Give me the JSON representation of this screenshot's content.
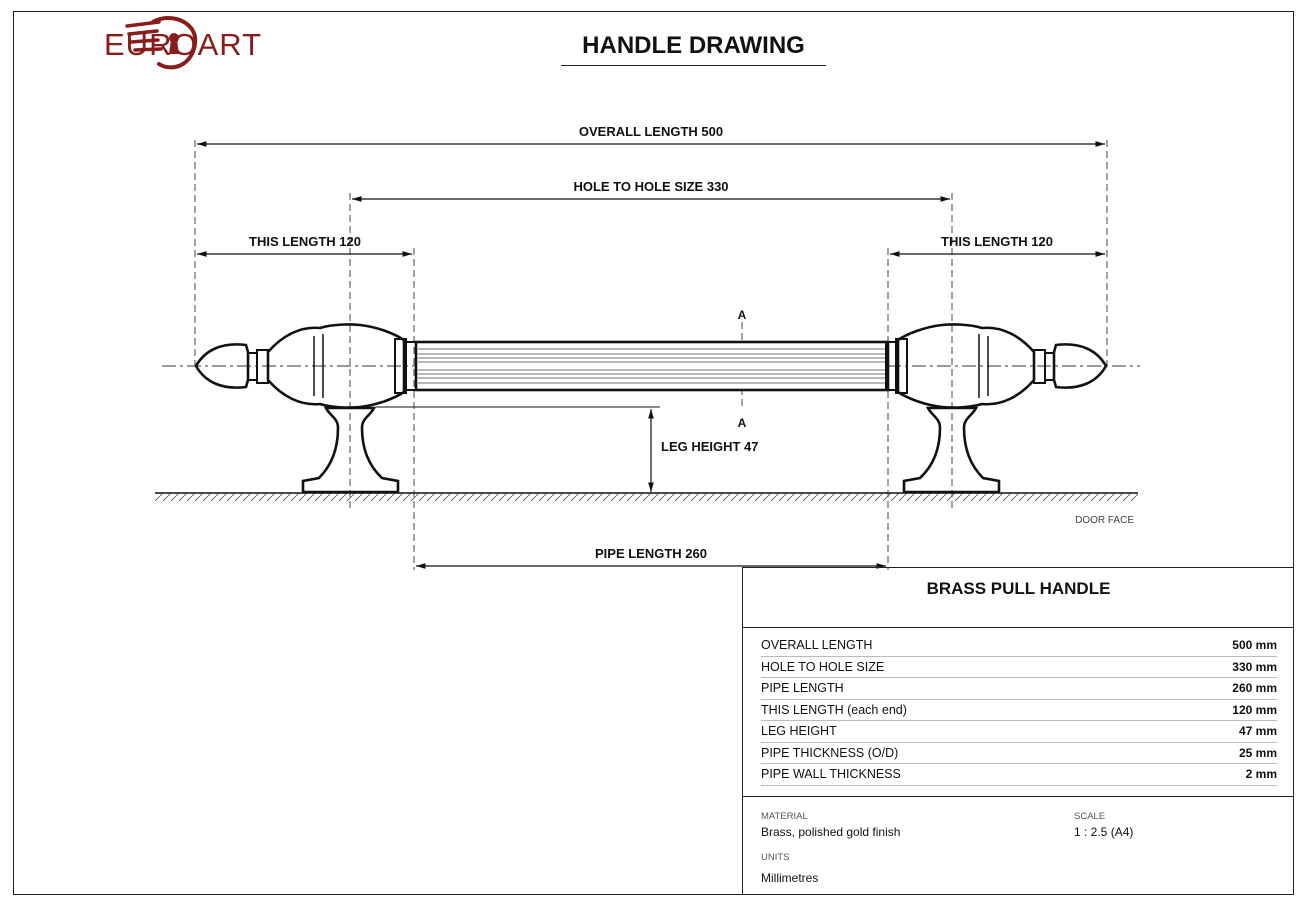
{
  "brand": {
    "name": "EUROART"
  },
  "title": "HANDLE DRAWING",
  "dimensions": {
    "overall": "OVERALL LENGTH  500",
    "hole_to_hole": "HOLE TO HOLE SIZE  330",
    "left_end": "THIS LENGTH  120",
    "right_end": "THIS LENGTH  120",
    "leg_height": "LEG HEIGHT  47",
    "pipe_length": "PIPE LENGTH  260",
    "section_top": "A",
    "section_bottom": "A",
    "door_face": "DOOR FACE"
  },
  "spec": {
    "title": "BRASS PULL HANDLE",
    "rows": [
      {
        "label": "OVERALL LENGTH",
        "value": "500 mm"
      },
      {
        "label": "HOLE TO HOLE SIZE",
        "value": "330 mm"
      },
      {
        "label": "PIPE LENGTH",
        "value": "260 mm"
      },
      {
        "label": "THIS LENGTH (each end)",
        "value": "120 mm"
      },
      {
        "label": "LEG HEIGHT",
        "value": "47 mm"
      },
      {
        "label": "PIPE THICKNESS (O/D)",
        "value": "25 mm"
      },
      {
        "label": "PIPE WALL THICKNESS",
        "value": "2 mm"
      }
    ],
    "material_label": "MATERIAL",
    "material": "Brass, polished gold finish",
    "scale_label": "SCALE",
    "scale": "1 : 2.5  (A4)",
    "units_label": "UNITS",
    "units": "Millimetres"
  },
  "colors": {
    "brand": "#8a1c1c",
    "line": "#111111"
  }
}
